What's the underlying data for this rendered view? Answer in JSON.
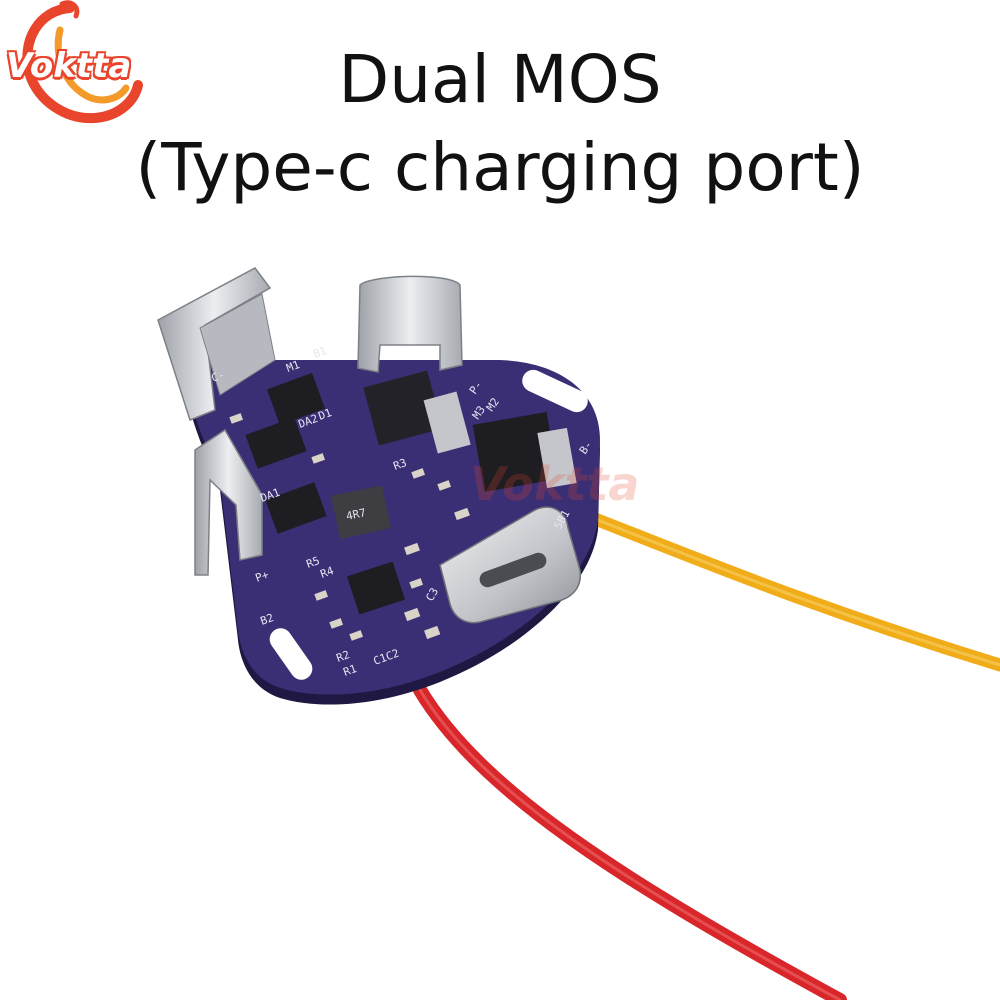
{
  "brand": {
    "logo_text": "Voktta",
    "watermark_text": "Voktta",
    "colors": {
      "logo_red": "#e8452c",
      "logo_orange": "#f39a2b"
    }
  },
  "title": {
    "line1": "Dual MOS",
    "line2": "(Type-c charging port)"
  },
  "board": {
    "colors": {
      "pcb": "#3a2f74",
      "pcb_edge": "#1f1842",
      "red_wire": "#d8262a",
      "yellow_wire": "#f1ac1a",
      "metal": "#c9cbd0"
    },
    "silkscreen": {
      "c_minus": "C-",
      "b1": "B1",
      "m1": "M1",
      "p_minus": "P-",
      "m2": "M2",
      "m3": "M3",
      "b_minus": "B-",
      "da1": "DA1",
      "da2": "DA2",
      "d1": "D1",
      "p_plus": "P+",
      "b2": "B2",
      "inductor": "4R7",
      "r1": "R1",
      "r2": "R2",
      "r3": "R3",
      "r4": "R4",
      "r5": "R5",
      "c1c2": "C1C2",
      "c3": "C3",
      "sb1": "SB1"
    }
  }
}
